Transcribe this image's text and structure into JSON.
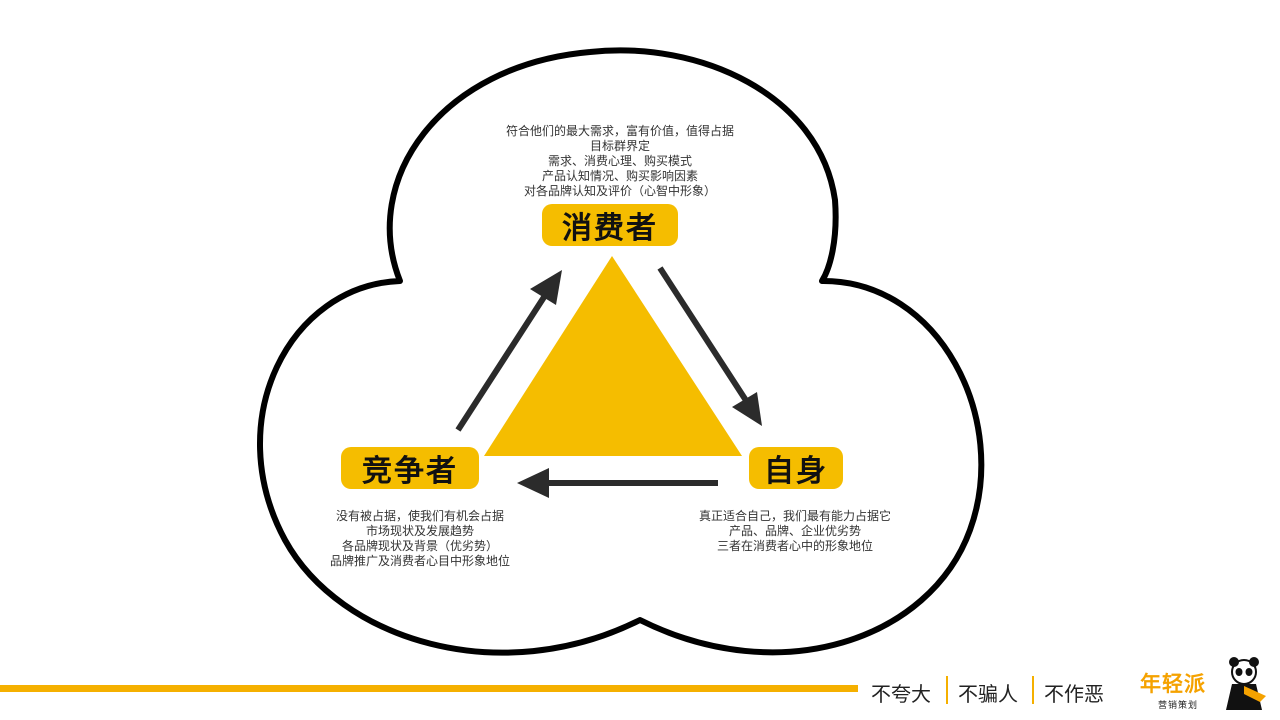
{
  "nodes": {
    "consumer": "消费者",
    "competitor": "竞争者",
    "self": "自身"
  },
  "descriptions": {
    "consumer": [
      "符合他们的最大需求，富有价值，值得占据",
      "目标群界定",
      "需求、消费心理、购买模式",
      "产品认知情况、购买影响因素",
      "对各品牌认知及评价（心智中形象）"
    ],
    "competitor": [
      "没有被占据，使我们有机会占据",
      "市场现状及发展趋势",
      "各品牌现状及背景（优劣势）",
      "品牌推广及消费者心目中形象地位"
    ],
    "self": [
      "真正适合自己，我们最有能力占据它",
      "产品、品牌、企业优劣势",
      "三者在消费者心中的形象地位"
    ]
  },
  "footer": {
    "slogans": [
      "不夸大",
      "不骗人",
      "不作恶"
    ]
  },
  "logo": {
    "name": "年轻派",
    "subtitle": "营销策划"
  },
  "colors": {
    "accent": "#f5bd00",
    "outline": "#000000",
    "arrow": "#2b2b2b"
  }
}
